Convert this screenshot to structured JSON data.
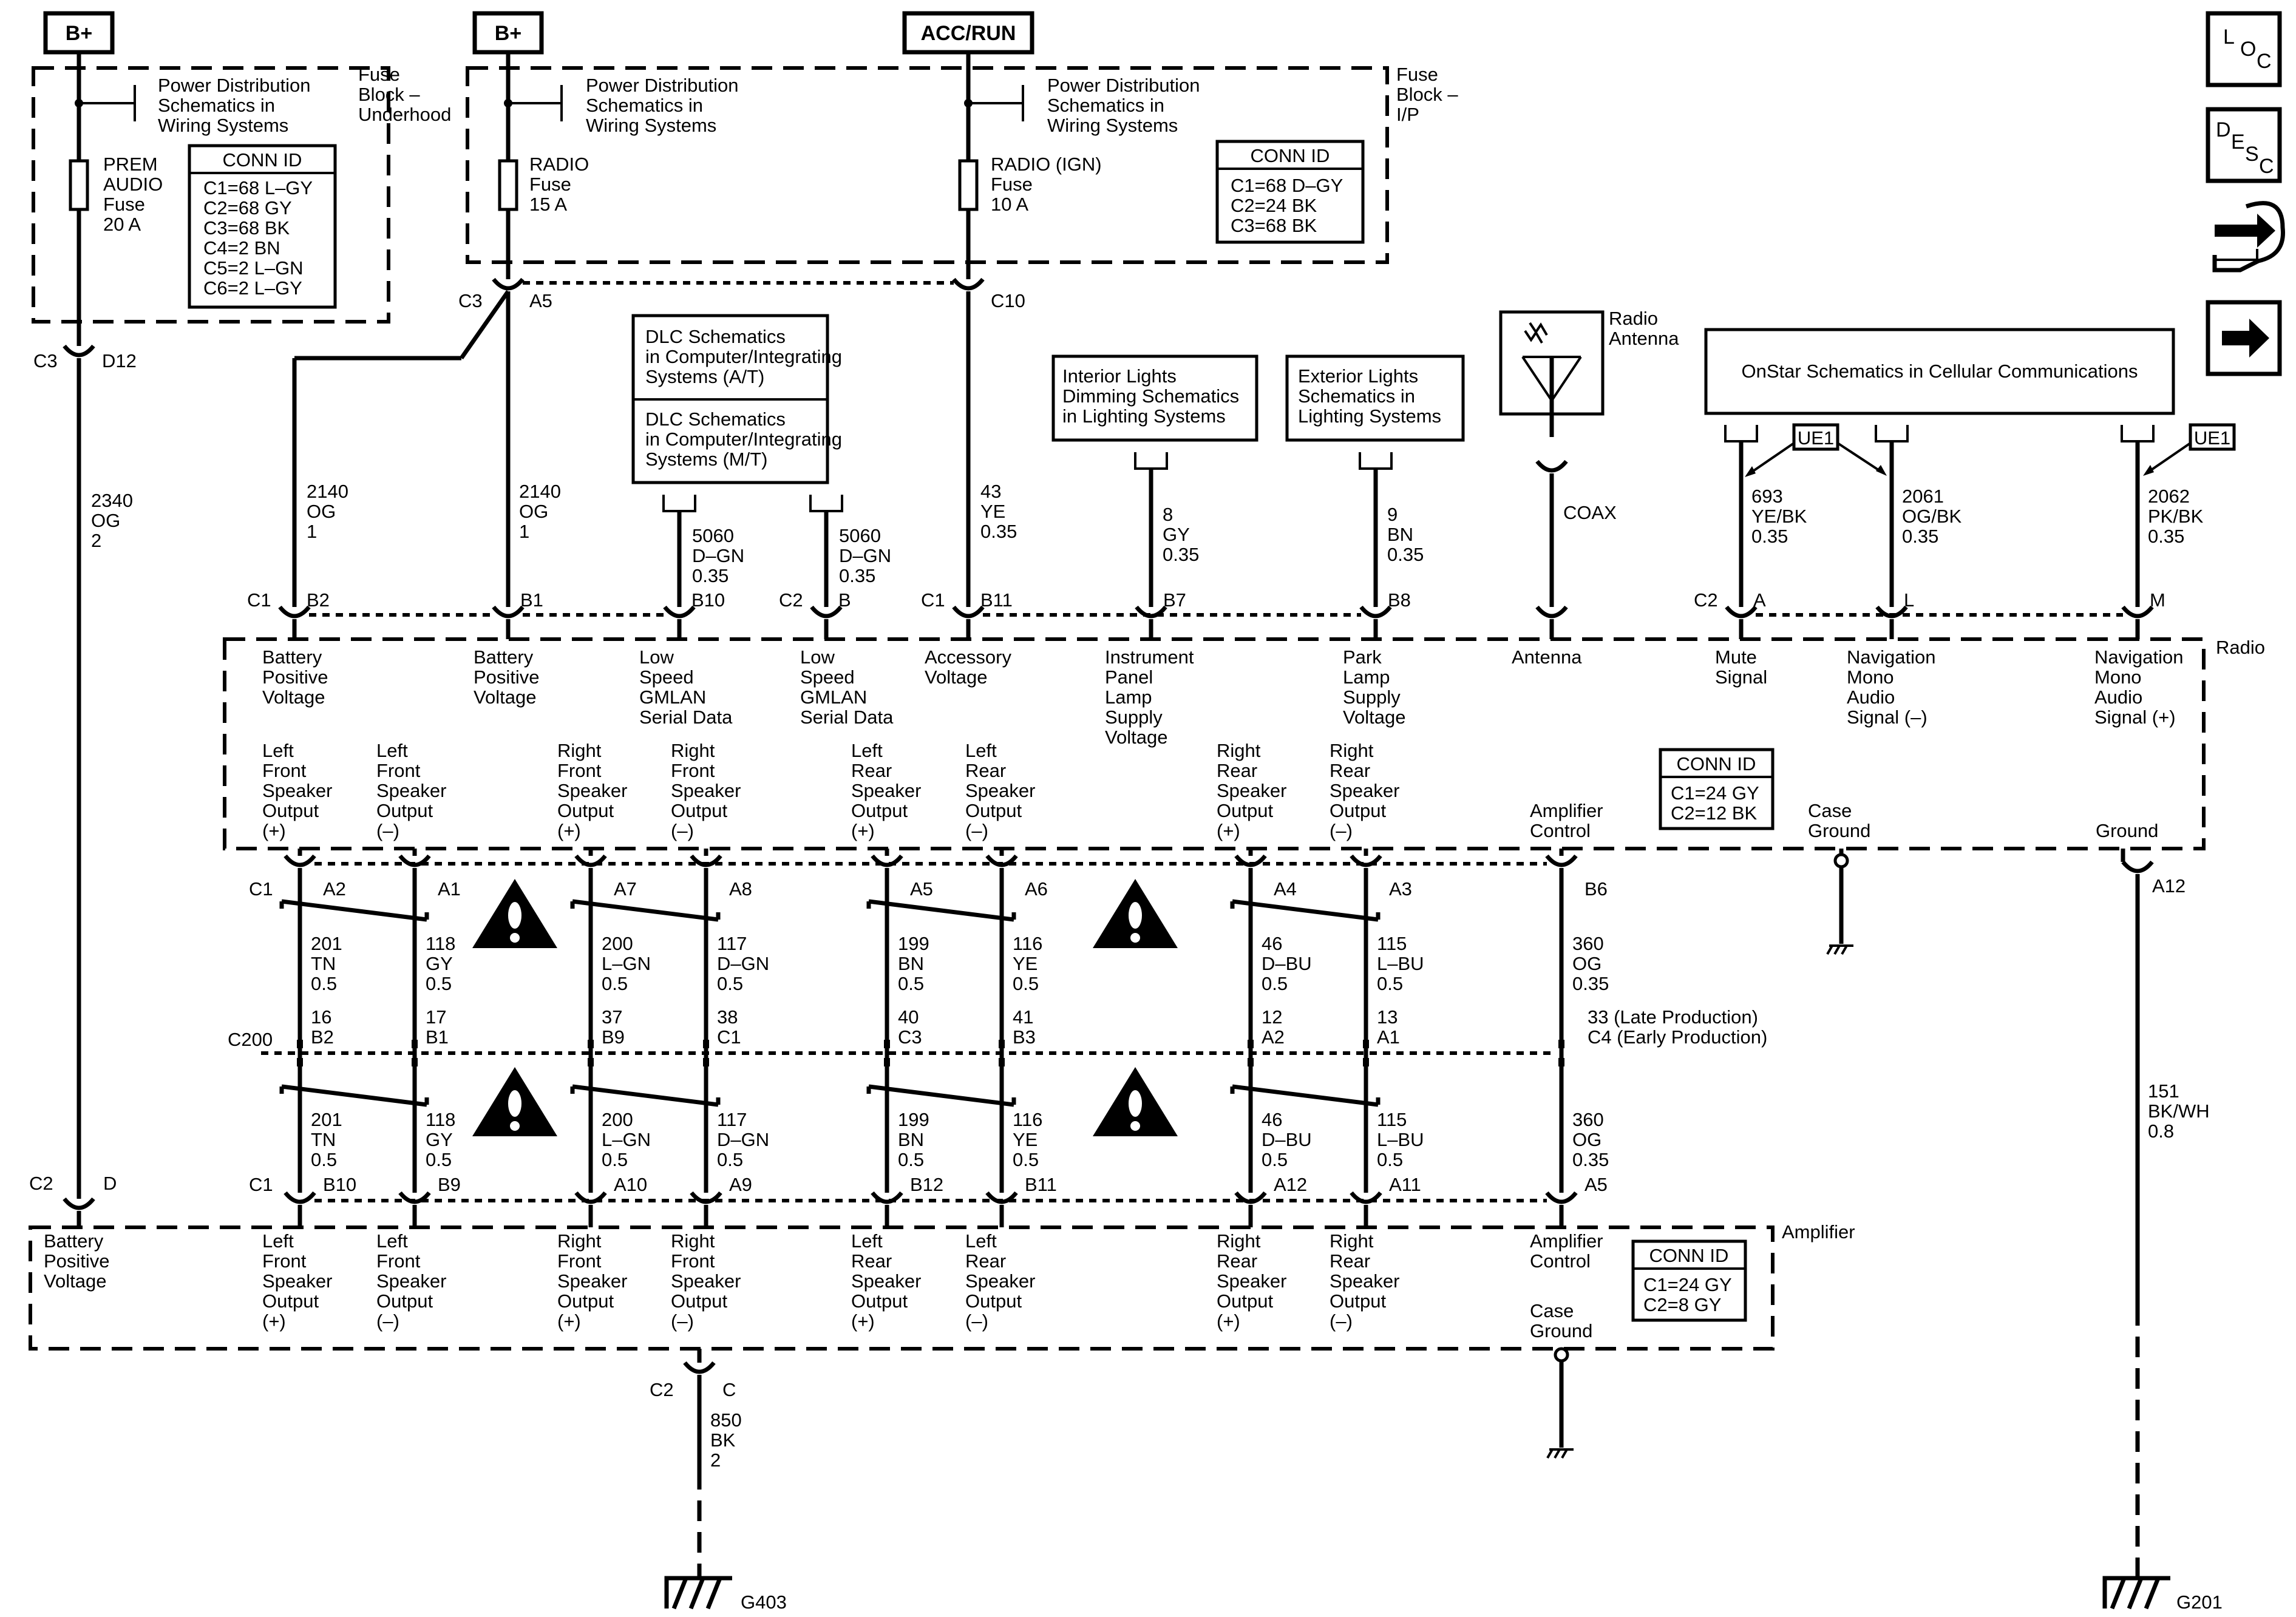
{
  "sources": {
    "b_plus_1": "B+",
    "b_plus_2": "B+",
    "acc_run": "ACC/RUN"
  },
  "pd_note": [
    "Power Distribution",
    "Schematics in",
    "Wiring Systems"
  ],
  "fuse_block_underhood": [
    "Fuse",
    "Block –",
    "Underhood"
  ],
  "fuse_block_ip": [
    "Fuse",
    "Block –",
    "I/P"
  ],
  "fuses": {
    "prem_audio": [
      "PREM",
      "AUDIO",
      "Fuse",
      "20 A"
    ],
    "radio": [
      "RADIO",
      "Fuse",
      "15 A"
    ],
    "radio_ign": [
      "RADIO (IGN)",
      "Fuse",
      "10 A"
    ]
  },
  "conn_id_title": "CONN ID",
  "conn_underhood": [
    "C1=68 L–GY",
    "C2=68 GY",
    "C3=68 BK",
    "C4=2 BN",
    "C5=2 L–GN",
    "C6=2 L–GY"
  ],
  "conn_ip": [
    "C1=68 D–GY",
    "C2=24 BK",
    "C3=68 BK"
  ],
  "conn_radio": [
    "C1=24 GY",
    "C2=12 BK"
  ],
  "conn_amp": [
    "C1=24 GY",
    "C2=8 GY"
  ],
  "fuse_connectors": {
    "c3": "C3",
    "d12": "D12",
    "c3b": "C3",
    "a5": "A5",
    "c10": "C10"
  },
  "wires_top": {
    "w2340": [
      "2340",
      "OG",
      "2"
    ],
    "w2140a": [
      "2140",
      "OG",
      "1"
    ],
    "w2140b": [
      "2140",
      "OG",
      "1"
    ],
    "w5060a": [
      "5060",
      "D–GN",
      "0.35"
    ],
    "w5060b": [
      "5060",
      "D–GN",
      "0.35"
    ],
    "w43": [
      "43",
      "YE",
      "0.35"
    ],
    "w8": [
      "8",
      "GY",
      "0.35"
    ],
    "w9": [
      "9",
      "BN",
      "0.35"
    ],
    "coax": "COAX",
    "w693": [
      "693",
      "YE/BK",
      "0.35"
    ],
    "w2061": [
      "2061",
      "OG/BK",
      "0.35"
    ],
    "w2062": [
      "2062",
      "PK/BK",
      "0.35"
    ]
  },
  "ref_boxes": {
    "dlc_at": [
      "DLC Schematics",
      "in Computer/Integrating",
      "Systems (A/T)"
    ],
    "dlc_mt": [
      "DLC Schematics",
      "in Computer/Integrating",
      "Systems (M/T)"
    ],
    "int_lights": [
      "Interior Lights",
      "Dimming Schematics",
      "in Lighting Systems"
    ],
    "ext_lights": [
      "Exterior Lights",
      "Schematics in",
      "Lighting Systems"
    ],
    "onstar": "OnStar Schematics in Cellular Communications",
    "radio_antenna": [
      "Radio",
      "Antenna"
    ],
    "ue1a": "UE1",
    "ue1b": "UE1"
  },
  "radio": {
    "label": "Radio",
    "pins_top": [
      {
        "conn": "C1",
        "pin": "B2"
      },
      {
        "conn": "",
        "pin": "B1"
      },
      {
        "conn": "",
        "pin": "B10"
      },
      {
        "conn": "C2",
        "pin": "B"
      },
      {
        "conn": "C1",
        "pin": "B11"
      },
      {
        "conn": "",
        "pin": "B7"
      },
      {
        "conn": "",
        "pin": "B8"
      },
      {
        "conn": "C2",
        "pin": "A"
      },
      {
        "conn": "",
        "pin": "L"
      },
      {
        "conn": "",
        "pin": "M"
      }
    ],
    "top_labels": [
      [
        "Battery",
        "Positive",
        "Voltage"
      ],
      [
        "Battery",
        "Positive",
        "Voltage"
      ],
      [
        "Low",
        "Speed",
        "GMLAN",
        "Serial Data"
      ],
      [
        "Low",
        "Speed",
        "GMLAN",
        "Serial Data"
      ],
      [
        "Accessory",
        "Voltage"
      ],
      [
        "Instrument",
        "Panel",
        "Lamp",
        "Supply",
        "Voltage"
      ],
      [
        "Park",
        "Lamp",
        "Supply",
        "Voltage"
      ],
      [
        "Antenna"
      ],
      [
        "Mute",
        "Signal"
      ],
      [
        "Navigation",
        "Mono",
        "Audio",
        "Signal (–)"
      ],
      [
        "Navigation",
        "Mono",
        "Audio",
        "Signal (+)"
      ]
    ],
    "bottom_labels": [
      [
        "Left",
        "Front",
        "Speaker",
        "Output",
        "(+)"
      ],
      [
        "Left",
        "Front",
        "Speaker",
        "Output",
        "(–)"
      ],
      [
        "Right",
        "Front",
        "Speaker",
        "Output",
        "(+)"
      ],
      [
        "Right",
        "Front",
        "Speaker",
        "Output",
        "(–)"
      ],
      [
        "Left",
        "Rear",
        "Speaker",
        "Output",
        "(+)"
      ],
      [
        "Left",
        "Rear",
        "Speaker",
        "Output",
        "(–)"
      ],
      [
        "Right",
        "Rear",
        "Speaker",
        "Output",
        "(+)"
      ],
      [
        "Right",
        "Rear",
        "Speaker",
        "Output",
        "(–)"
      ],
      [
        "Amplifier",
        "Control"
      ],
      [
        "Case",
        "Ground"
      ],
      [
        "Ground"
      ]
    ],
    "pins_bottom": [
      "A2",
      "A1",
      "A7",
      "A8",
      "A5",
      "A6",
      "A4",
      "A3",
      "B6",
      "A12"
    ],
    "c1_label": "C1"
  },
  "speaker_wires_upper": [
    [
      "201",
      "TN",
      "0.5"
    ],
    [
      "118",
      "GY",
      "0.5"
    ],
    [
      "200",
      "L–GN",
      "0.5"
    ],
    [
      "117",
      "D–GN",
      "0.5"
    ],
    [
      "199",
      "BN",
      "0.5"
    ],
    [
      "116",
      "YE",
      "0.5"
    ],
    [
      "46",
      "D–BU",
      "0.5"
    ],
    [
      "115",
      "L–BU",
      "0.5"
    ],
    [
      "360",
      "OG",
      "0.35"
    ]
  ],
  "c200": {
    "label": "C200",
    "top_nums": [
      "16",
      "17",
      "37",
      "38",
      "40",
      "41",
      "12",
      "13"
    ],
    "pins": [
      "B2",
      "B1",
      "B9",
      "C1",
      "C3",
      "B3",
      "A2",
      "A1"
    ],
    "amp_ctrl": [
      "33 (Late Production)",
      "C4 (Early Production)"
    ]
  },
  "speaker_wires_lower": [
    [
      "201",
      "TN",
      "0.5"
    ],
    [
      "118",
      "GY",
      "0.5"
    ],
    [
      "200",
      "L–GN",
      "0.5"
    ],
    [
      "117",
      "D–GN",
      "0.5"
    ],
    [
      "199",
      "BN",
      "0.5"
    ],
    [
      "116",
      "YE",
      "0.5"
    ],
    [
      "46",
      "D–BU",
      "0.5"
    ],
    [
      "115",
      "L–BU",
      "0.5"
    ],
    [
      "360",
      "OG",
      "0.35"
    ]
  ],
  "w151": [
    "151",
    "BK/WH",
    "0.8"
  ],
  "a12_label": "A12",
  "amplifier": {
    "label": "Amplifier",
    "pins": [
      "B10",
      "B9",
      "A10",
      "A9",
      "B12",
      "B11",
      "A12",
      "A11",
      "A5"
    ],
    "c1_label": "C1",
    "c2_label": "C2",
    "d_label": "D",
    "labels": [
      [
        "Battery",
        "Positive",
        "Voltage"
      ],
      [
        "Left",
        "Front",
        "Speaker",
        "Output",
        "(+)"
      ],
      [
        "Left",
        "Front",
        "Speaker",
        "Output",
        "(–)"
      ],
      [
        "Right",
        "Front",
        "Speaker",
        "Output",
        "(+)"
      ],
      [
        "Right",
        "Front",
        "Speaker",
        "Output",
        "(–)"
      ],
      [
        "Left",
        "Rear",
        "Speaker",
        "Output",
        "(+)"
      ],
      [
        "Left",
        "Rear",
        "Speaker",
        "Output",
        "(–)"
      ],
      [
        "Right",
        "Rear",
        "Speaker",
        "Output",
        "(+)"
      ],
      [
        "Right",
        "Rear",
        "Speaker",
        "Output",
        "(–)"
      ],
      [
        "Amplifier",
        "Control"
      ],
      [
        "Case",
        "Ground"
      ]
    ]
  },
  "ground_wire": {
    "conn": "C2",
    "pin": "C",
    "lines": [
      "850",
      "BK",
      "2"
    ]
  },
  "grounds": {
    "g403": "G403",
    "g201": "G201"
  },
  "side_icons": {
    "loc": [
      "L",
      "O",
      "C"
    ],
    "desc": [
      "D",
      "E",
      "S",
      "C"
    ]
  }
}
